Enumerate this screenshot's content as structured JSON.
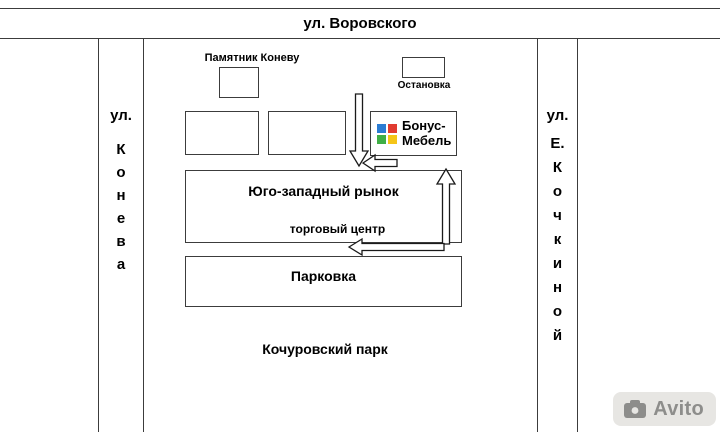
{
  "map": {
    "streets": {
      "top": "ул. Воровского",
      "left_prefix": "ул.",
      "left_letters": "К\nо\nн\nе\nв\nа",
      "right_prefix": "ул.",
      "right_letters": "Е.\nК\nо\nч\nк\nи\nн\nо\nй"
    },
    "places": {
      "monument_label": "Памятник Коневу",
      "bus_stop_label": "Остановка",
      "store_line1": "Бонус-",
      "store_line2": "Мебель",
      "market_label": "Юго-западный рынок",
      "mall_label": "торговый центр",
      "parking_label": "Парковка",
      "park_label": "Кочуровский парк"
    },
    "icons": {
      "route_arrows": [
        "arrow-down",
        "arrow-left-short",
        "arrow-up",
        "arrow-left-long"
      ]
    },
    "colors": {
      "line": "#3c3c3c",
      "logo_top_left": "#2b7cd3",
      "logo_top_right": "#e13b30",
      "logo_bottom_left": "#3faf46",
      "logo_bottom_right": "#f5c518"
    }
  },
  "watermark": {
    "text": "Avito",
    "icon": "camera-icon",
    "bg": "#e7e6e3",
    "fg": "#8d8d8b"
  }
}
